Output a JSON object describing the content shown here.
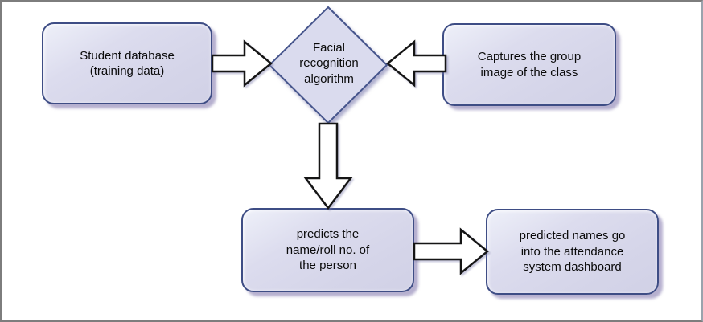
{
  "canvas": {
    "background": "#ffffff",
    "frame_border_color": "#7d7d7d"
  },
  "colors": {
    "node_fill": "#d8d8ec",
    "node_fill_highlight": "#eef0f9",
    "node_border": "#3e4d85",
    "diamond_fill": "#dadbee",
    "diamond_border": "#46558c",
    "arrow_fill": "#ffffff",
    "arrow_outline": "#151515",
    "shadow": "#8d85b5",
    "text": "#0a0a0a"
  },
  "nodes": {
    "student_db": {
      "shape": "rounded-rect",
      "label": "Student database\n(training data)"
    },
    "algorithm": {
      "shape": "diamond",
      "label": "Facial\nrecognition\nalgorithm"
    },
    "captures": {
      "shape": "rounded-rect",
      "label": "Captures the group\nimage of the class"
    },
    "predicts": {
      "shape": "rounded-rect",
      "label": "predicts the\nname/roll no. of\nthe person"
    },
    "dashboard": {
      "shape": "rounded-rect",
      "label": "predicted names go\ninto the attendance\nsystem dashboard"
    }
  },
  "edges": [
    {
      "from": "student_db",
      "to": "algorithm",
      "direction": "right"
    },
    {
      "from": "captures",
      "to": "algorithm",
      "direction": "left"
    },
    {
      "from": "algorithm",
      "to": "predicts",
      "direction": "down"
    },
    {
      "from": "predicts",
      "to": "dashboard",
      "direction": "right"
    }
  ]
}
